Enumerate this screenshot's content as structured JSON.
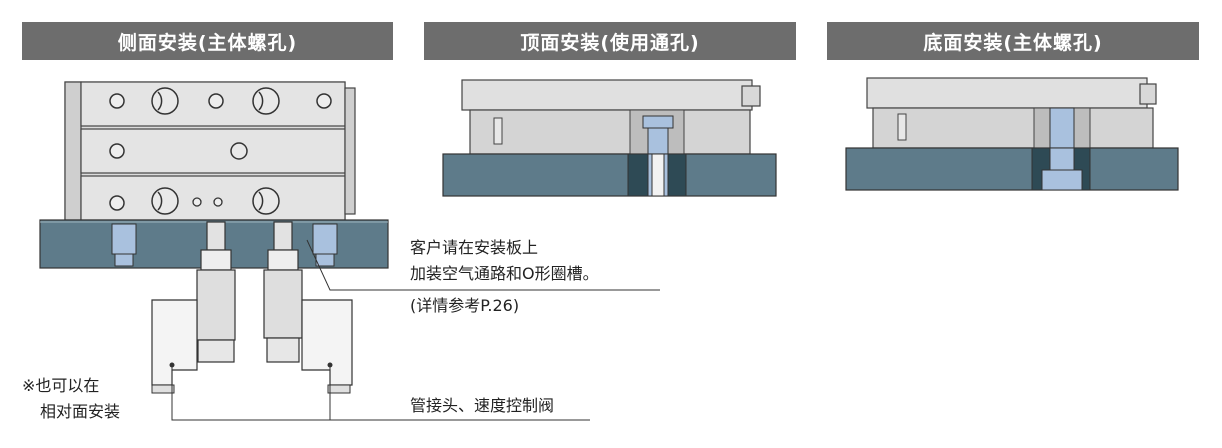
{
  "banners": {
    "side": "侧面安装(主体螺孔)",
    "top": "顶面安装(使用通孔)",
    "bottom": "底面安装(主体螺孔)"
  },
  "notes": {
    "plate_line1": "客户请在安装板上",
    "plate_line2": "加装空气通路和O形圈槽。",
    "ref": "(详情参考P.26)",
    "also_line1": "※也可以在",
    "also_line2": "相对面安装",
    "fittings": "管接头、速度控制阀"
  },
  "colors": {
    "banner_bg": "#6d6d6d",
    "plate": "#5e7b8a",
    "body_gray": "#d8d8d8",
    "screw_blue": "#a9c1de",
    "dark_teal": "#2e4a55"
  }
}
